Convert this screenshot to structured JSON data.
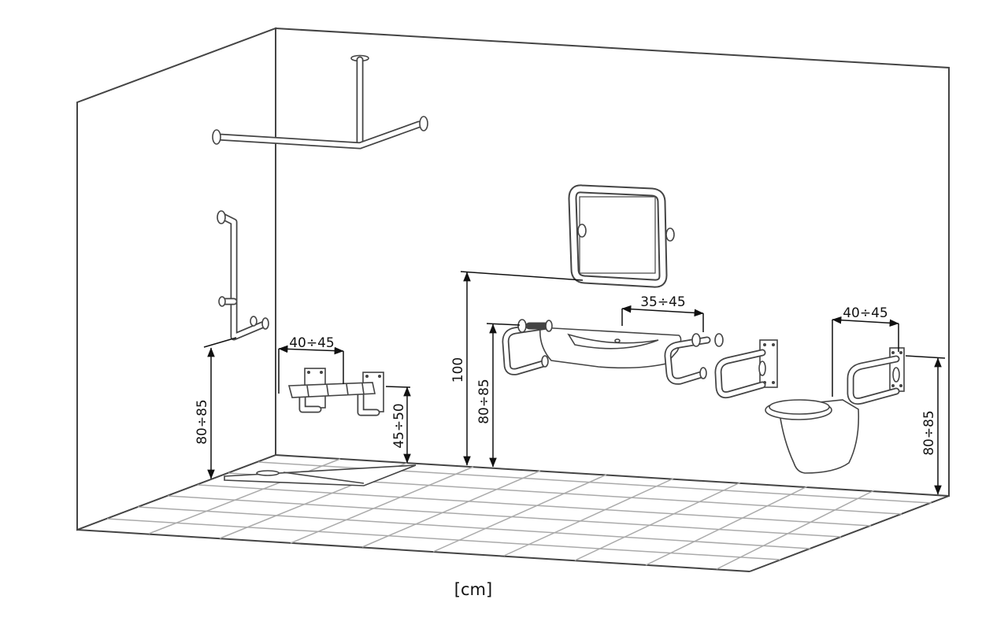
{
  "dimensions": {
    "shower_rail_height": "80÷85",
    "seat_depth": "40÷45",
    "seat_height": "45÷50",
    "mirror_height": "100",
    "basin_rail_height": "80÷85",
    "basin_rail_spacing": "35÷45",
    "wc_rail_spacing": "40÷45",
    "wc_rail_height": "80÷85"
  },
  "unit_label": "[cm]"
}
